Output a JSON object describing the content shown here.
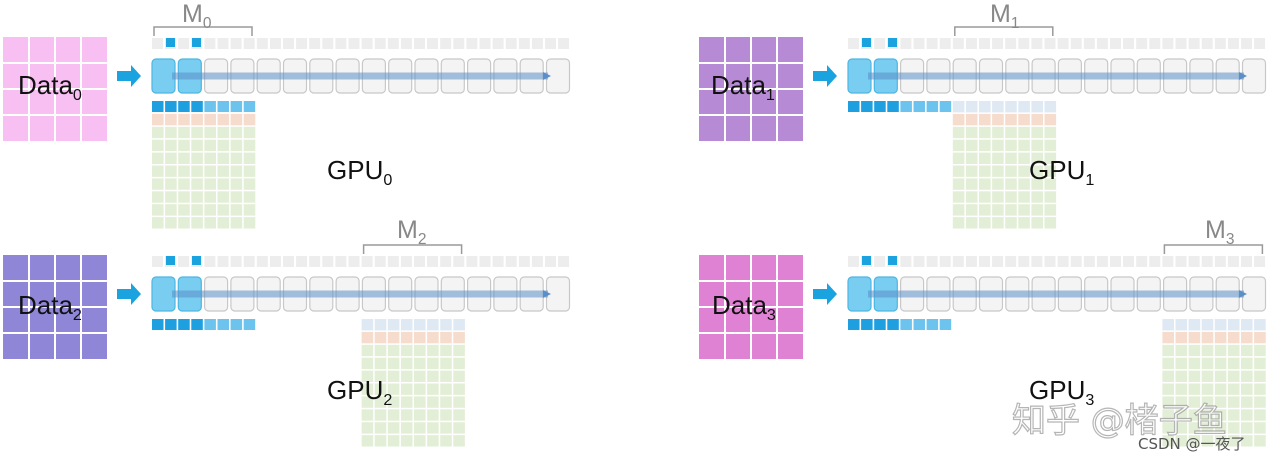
{
  "panels": [
    {
      "data_label": "Data",
      "data_sub": "0",
      "gpu_label": "GPU",
      "gpu_sub": "0",
      "m_label": "M",
      "m_sub": "0",
      "data_color": "#f7bff2",
      "data_grid_color": "#fbd9f8",
      "shard_index": 0
    },
    {
      "data_label": "Data",
      "data_sub": "1",
      "gpu_label": "GPU",
      "gpu_sub": "1",
      "m_label": "M",
      "m_sub": "1",
      "data_color": "#b78ad6",
      "data_grid_color": "#d6bcea",
      "shard_index": 1
    },
    {
      "data_label": "Data",
      "data_sub": "2",
      "gpu_label": "GPU",
      "gpu_sub": "2",
      "m_label": "M",
      "m_sub": "2",
      "data_color": "#8f86d8",
      "data_grid_color": "#b9b3ea",
      "shard_index": 2
    },
    {
      "data_label": "Data",
      "data_sub": "3",
      "gpu_label": "GPU",
      "gpu_sub": "3",
      "m_label": "M",
      "m_sub": "3",
      "data_color": "#df82d4",
      "data_grid_color": "#f0bde9",
      "shard_index": 3
    }
  ],
  "watermark": {
    "zhihu": "知乎 @楮子鱼",
    "csdn": "CSDN @一夜了"
  },
  "colors": {
    "accent": "#1ba3e0",
    "cell_blue": "#79cdf0",
    "pipe_bg": "#f4f4f4",
    "pipe_border": "#c8c8c8",
    "shard_top": "#dfe9f4",
    "shard_mid": "#f6dccd",
    "shard_green": "#e3eed6"
  }
}
